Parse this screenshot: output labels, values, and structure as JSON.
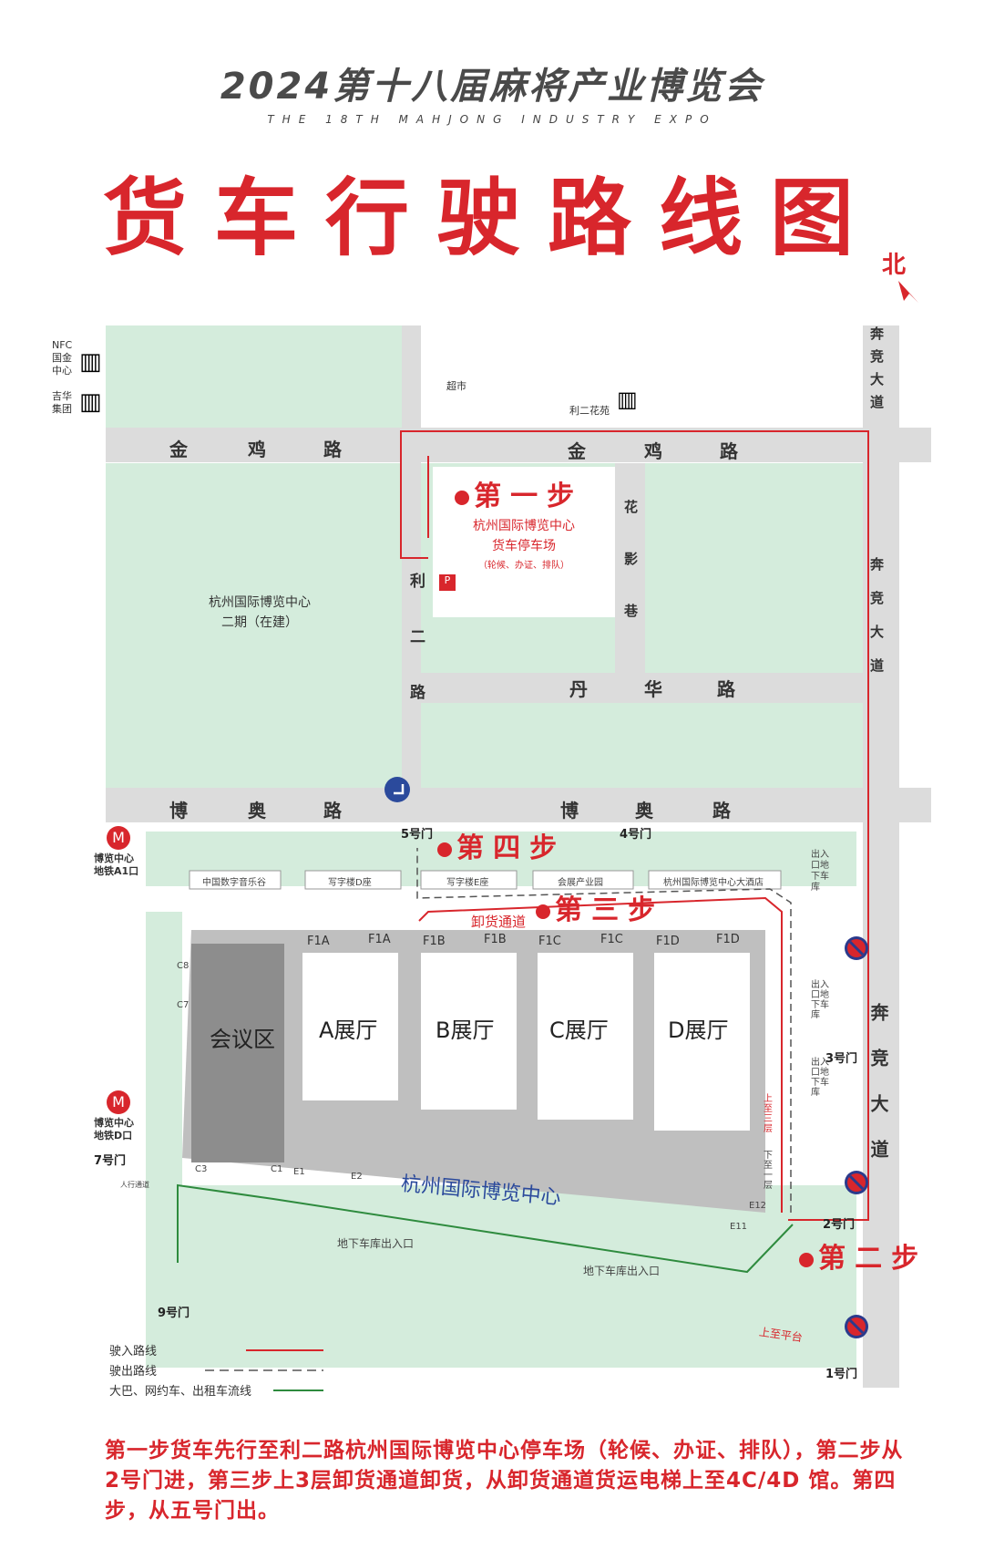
{
  "header": {
    "title": "2024第十八届麻将产业博览会",
    "subtitle": "THE 18TH MAHJONG INDUSTRY EXPO",
    "main_title": "货车行驶路线图",
    "north": "北"
  },
  "roads": {
    "jinji_left": [
      "金",
      "鸡",
      "路"
    ],
    "jinji_right": [
      "金",
      "鸡",
      "路"
    ],
    "boao_left": [
      "博",
      "奥",
      "路"
    ],
    "boao_right": [
      "博",
      "奥",
      "路"
    ],
    "danhua": [
      "丹",
      "华",
      "路"
    ],
    "lier": "利二路",
    "huaying": "花影巷",
    "benjing_top": "奔竞大道",
    "benjing_mid": "奔竞大道",
    "benjing_low": "奔竞大道"
  },
  "landmarks": {
    "nfc": "NFC国金中心",
    "nfc_lines": [
      "NFC",
      "国金",
      "中心"
    ],
    "jihua": [
      "吉华",
      "集团"
    ],
    "supermarket": "超市",
    "lierhuayuan": "利二花苑",
    "phase2_line1": "杭州国际博览中心",
    "phase2_line2": "二期（在建）",
    "parking_line1": "杭州国际博览中心",
    "parking_line2": "货车停车场",
    "parking_line3": "（轮候、办证、排队）",
    "metro_a1": [
      "博览中心",
      "地铁A1口"
    ],
    "metro_d": [
      "博览中心",
      "地铁D口"
    ],
    "center_name": "杭州国际博览中心",
    "underground_exit1": "地下车库出入口",
    "underground_exit2": "地下车库出入口",
    "unload_channel": "卸货通道",
    "up_platform": "上至平台",
    "up3": "上至三层",
    "down1": "下至一层",
    "pedestrian": "人行通道",
    "garage_top": "出入口地下车库",
    "garage_mid": "出入口地下车库",
    "garage_low": "出入口地下车库"
  },
  "buildings": [
    "中国数字音乐谷",
    "写字楼D座",
    "写字楼E座",
    "会展产业园",
    "杭州国际博览中心大酒店"
  ],
  "halls": {
    "meeting": "会议区",
    "a": "A展厅",
    "b": "B展厅",
    "c": "C展厅",
    "d": "D展厅"
  },
  "hall_codes": [
    "F1A",
    "F1A",
    "F1B",
    "F1B",
    "F1C",
    "F1C",
    "F1D",
    "F1D"
  ],
  "side_codes": [
    "C8",
    "C7",
    "C3",
    "C1",
    "E1",
    "E2",
    "E12",
    "E11"
  ],
  "gates": {
    "g1": "1号门",
    "g2": "2号门",
    "g3": "3号门",
    "g4": "4号门",
    "g5": "5号门",
    "g7": "7号门",
    "g9": "9号门"
  },
  "steps": {
    "s1": "第一步",
    "s2": "第二步",
    "s3": "第三步",
    "s4": "第四步"
  },
  "legend": {
    "in": "驶入路线",
    "out": "驶出路线",
    "bus": "大巴、网约车、出租车流线"
  },
  "instructions": "第一步货车先行至利二路杭州国际博览中心停车场（轮候、办证、排队），第二步从2号门进，第三步上3层卸货通道卸货，从卸货通道货运电梯上至4C/4D 馆。第四步，从五号门出。",
  "colors": {
    "route_in": "#d8262c",
    "route_bus": "#2e8b3e",
    "green_area": "#d4ecdc",
    "road": "#dcdcdc"
  }
}
